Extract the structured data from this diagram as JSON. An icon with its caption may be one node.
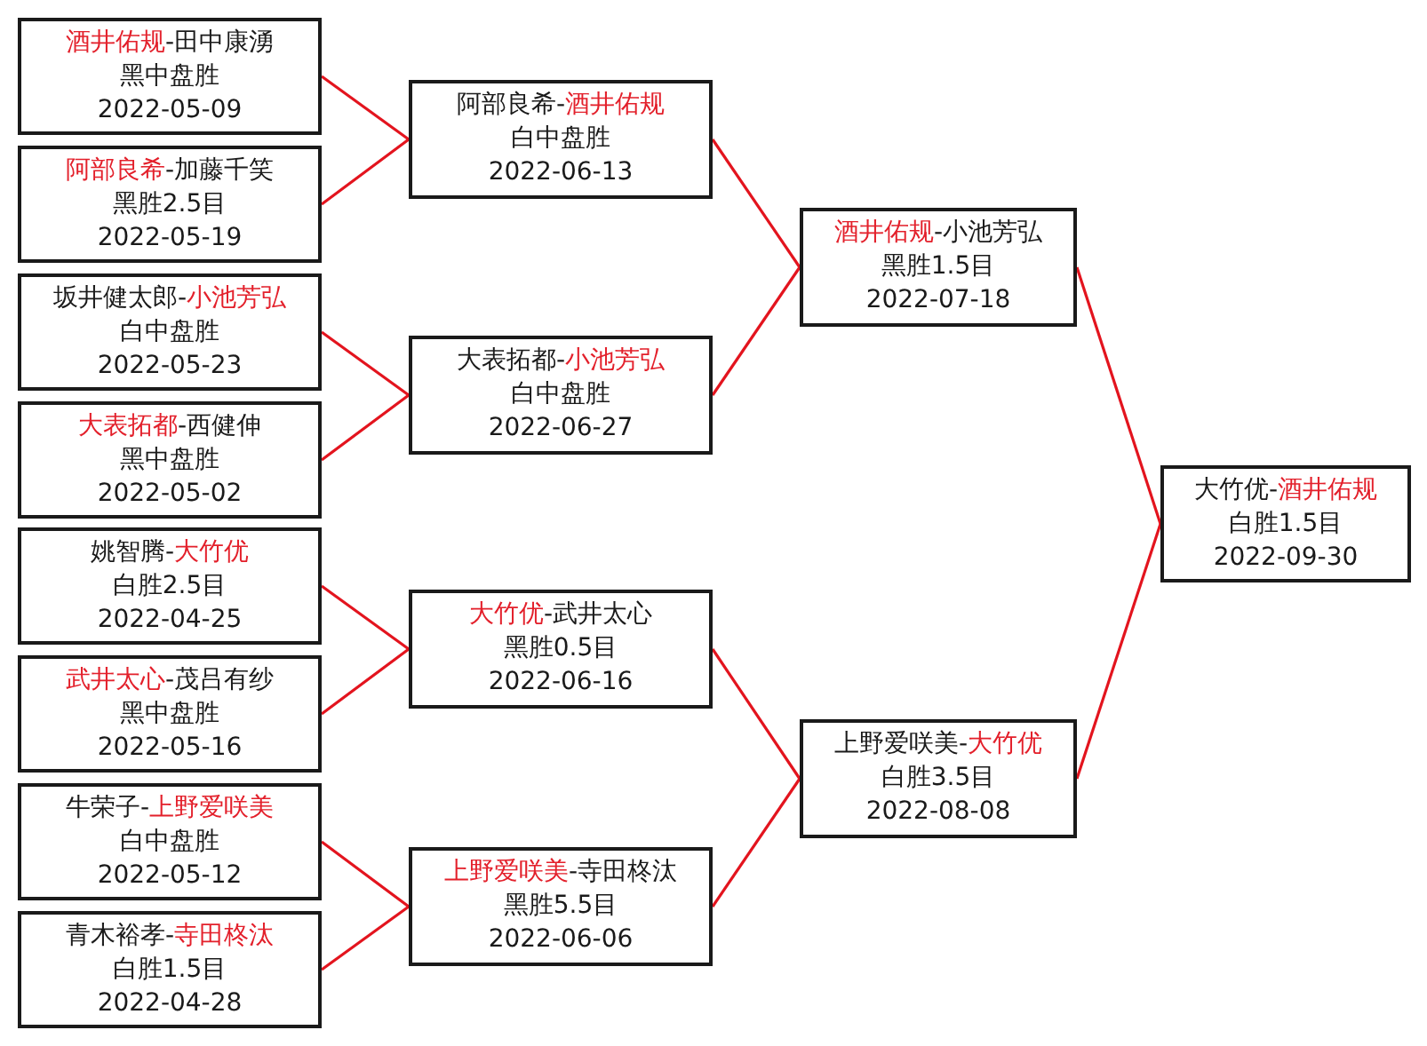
{
  "diagram": {
    "nodes": [
      {
        "text": [
          "**酒井佑规**-田中康湧",
          "黑中盘胜",
          "2022-05-09"
        ]
      },
      {
        "text": [
          "**阿部良希**-加藤千笑",
          "黑胜2.5目",
          "2022-05-19"
        ]
      },
      {
        "text": [
          "坂井健太郎-**小池芳弘**",
          "白中盘胜",
          "2022-05-23"
        ]
      },
      {
        "text": [
          "**大表拓都**-西健伸",
          "黑中盘胜",
          "2022-05-02"
        ]
      },
      {
        "text": [
          "姚智腾-**大竹优**",
          "白胜2.5目",
          "2022-04-25"
        ]
      },
      {
        "text": [
          "**武井太心**-茂吕有纱",
          "黑中盘胜",
          "2022-05-16"
        ]
      },
      {
        "text": [
          "牛荣子-**上野爱咲美**",
          "白中盘胜",
          "2022-05-12"
        ]
      },
      {
        "text": [
          "青木裕孝-**寺田柊汰**",
          "白胜1.5目",
          "2022-04-28"
        ]
      },
      {
        "text": [
          "阿部良希-**酒井佑规**",
          "白中盘胜",
          "2022-06-13"
        ]
      },
      {
        "text": [
          "大表拓都-**小池芳弘**",
          "白中盘胜",
          "2022-06-27"
        ]
      },
      {
        "text": [
          "**大竹优**-武井太心",
          "黑胜0.5目",
          "2022-06-16"
        ]
      },
      {
        "text": [
          "**上野爱咲美**-寺田柊汰",
          "黑胜5.5目",
          "2022-06-06"
        ]
      },
      {
        "text": [
          "**酒井佑规**-小池芳弘",
          "黑胜1.5目",
          "2022-07-18"
        ]
      },
      {
        "text": [
          "上野爱咲美-**大竹优**",
          "白胜3.5目",
          "2022-08-08"
        ]
      },
      {
        "text": [
          "大竹优-**酒井佑规**",
          "白胜1.5目",
          "2022-09-30"
        ]
      }
    ],
    "edges": [
      {
        "from": 0,
        "to": 8,
        "arrow": "none"
      },
      {
        "from": 1,
        "to": 8,
        "arrow": "none"
      },
      {
        "from": 2,
        "to": 9,
        "arrow": "none"
      },
      {
        "from": 3,
        "to": 9,
        "arrow": "none"
      },
      {
        "from": 4,
        "to": 10,
        "arrow": "none"
      },
      {
        "from": 5,
        "to": 10,
        "arrow": "none"
      },
      {
        "from": 6,
        "to": 11,
        "arrow": "none"
      },
      {
        "from": 7,
        "to": 11,
        "arrow": "none"
      },
      {
        "from": 8,
        "to": 12,
        "arrow": "none"
      },
      {
        "from": 9,
        "to": 12,
        "arrow": "none"
      },
      {
        "from": 10,
        "to": 13,
        "arrow": "none"
      },
      {
        "from": 11,
        "to": 13,
        "arrow": "none"
      },
      {
        "from": 12,
        "to": 14,
        "arrow": "none"
      },
      {
        "from": 13,
        "to": 14,
        "arrow": "none"
      }
    ]
  }
}
